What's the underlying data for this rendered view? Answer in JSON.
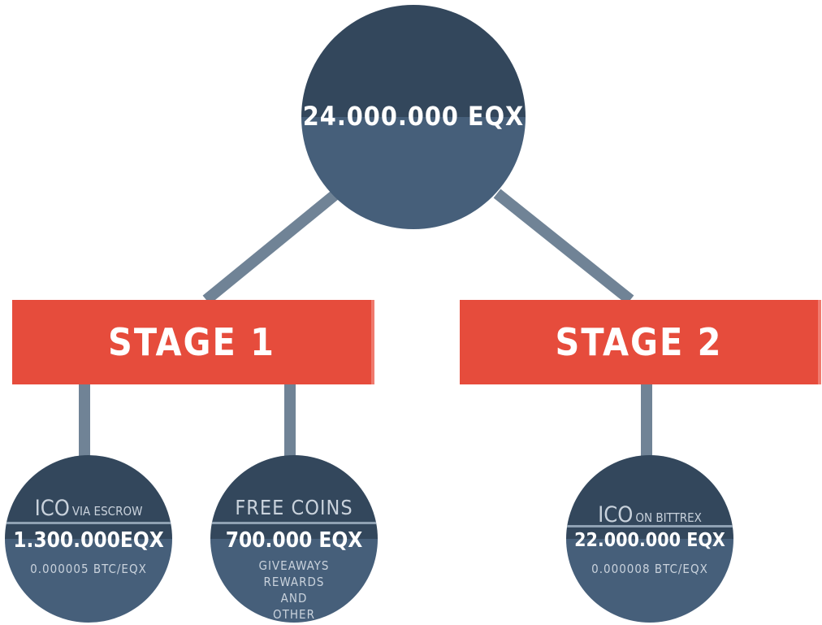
{
  "root": {
    "value": "24.000.000 EQX"
  },
  "stages": [
    {
      "label": "STAGE 1"
    },
    {
      "label": "STAGE 2"
    }
  ],
  "leaves": [
    {
      "head_big": "ICO",
      "head_small": "VIA ESCROW",
      "amount": "1.300.000EQX",
      "price": "0.000005 BTC/EQX"
    },
    {
      "head": "FREE COINS",
      "amount": "700.000 EQX",
      "notes": [
        "GIVEAWAYS",
        "REWARDS",
        "AND",
        "OTHER"
      ]
    },
    {
      "head_big": "ICO",
      "head_small": "ON BITTREX",
      "amount": "22.000.000 EQX",
      "price": "0.000008 BTC/EQX"
    }
  ],
  "colors": {
    "circle_dark": "#33475c",
    "circle_light": "#465f7a",
    "stage_red": "#e64c3c",
    "connector": "#708396"
  }
}
